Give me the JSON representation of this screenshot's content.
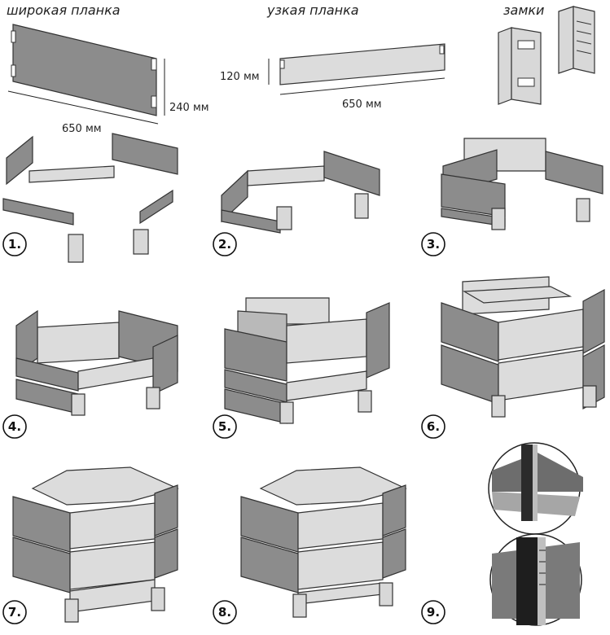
{
  "parts": {
    "wide_plank": {
      "label": "широкая планка",
      "width": "650 мм",
      "height": "240 мм"
    },
    "narrow_plank": {
      "label": "узкая планка",
      "width": "650 мм",
      "height": "120 мм"
    },
    "locks": {
      "label": "замки"
    }
  },
  "steps": [
    "1.",
    "2.",
    "3.",
    "4.",
    "5.",
    "6.",
    "7.",
    "8.",
    "9."
  ],
  "colors": {
    "dark_panel": "#8c8c8c",
    "mid_panel": "#b9b9b9",
    "light_panel": "#dcdcdc"
  }
}
